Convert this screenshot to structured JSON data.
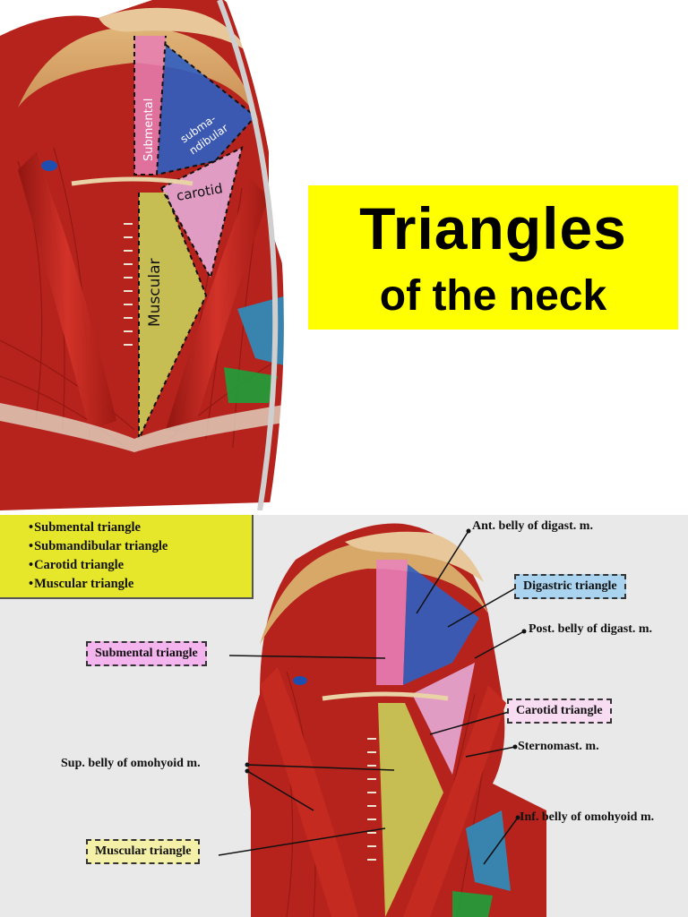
{
  "title": {
    "main": "Triangles",
    "sub": "of the neck"
  },
  "top_diagram": {
    "labels": {
      "submental": "Submental",
      "submandibular_1": "subma-",
      "submandibular_2": "ndibular",
      "carotid": "carotid",
      "muscular": "Muscular"
    }
  },
  "bottom_diagram": {
    "list": [
      "Submental triangle",
      "Submandibular triangle",
      "Carotid triangle",
      "Muscular triangle"
    ],
    "boxes": {
      "digastric": "Digastric triangle",
      "submental": "Submental triangle",
      "carotid": "Carotid triangle",
      "muscular": "Muscular triangle"
    },
    "labels": {
      "ant_belly": "Ant. belly of digast. m.",
      "post_belly": "Post. belly of digast. m.",
      "sternomast": "Sternomast. m.",
      "sup_belly": "Sup. belly of omohyoid m.",
      "inf_belly": "Inf. belly of omohyoid m."
    },
    "colors": {
      "list_box": "#e6e62a",
      "submental_box": "#f4b4ee",
      "digastric_box": "#a9d3ef",
      "carotid_box": "#f8dcf2",
      "muscular_box": "#f4f0a8"
    }
  }
}
